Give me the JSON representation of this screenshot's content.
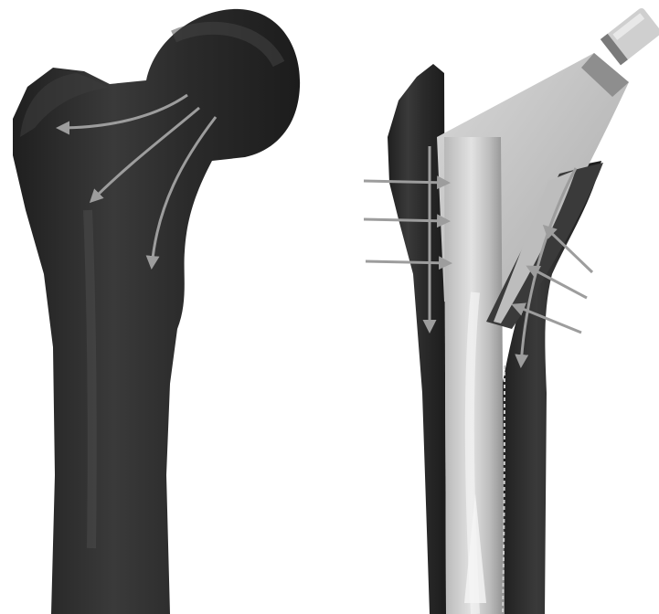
{
  "figure": {
    "panels": [
      {
        "id": "left",
        "subject": "intact-proximal-femur"
      },
      {
        "id": "right",
        "subject": "femur-with-stem-implant"
      }
    ],
    "colors": {
      "bone": "#2a2a2a",
      "bone_highlight": "#4a4a4a",
      "implant": "#c7c7c7",
      "implant_light": "#dcdcdc",
      "implant_dark": "#9a9a9a",
      "arrow": "#9d9d9d",
      "background": "#ffffff"
    }
  }
}
